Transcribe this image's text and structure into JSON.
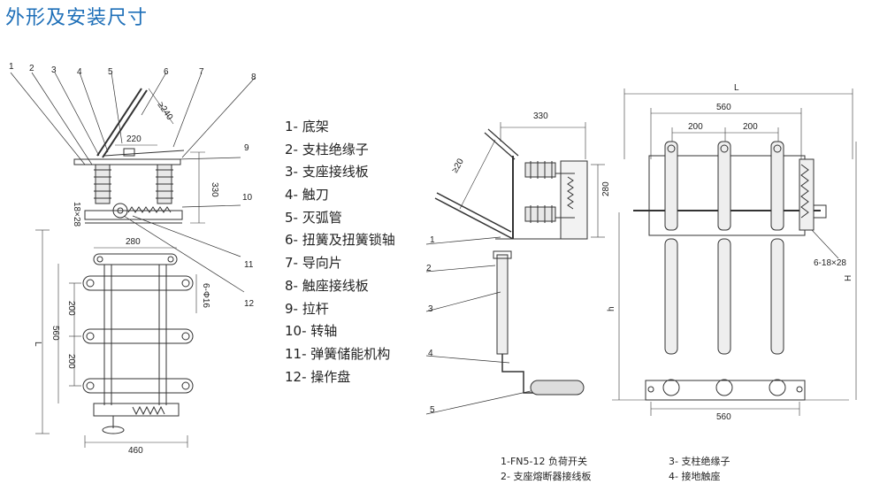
{
  "title": "外形及安装尺寸",
  "legend": [
    "1- 底架",
    "2- 支柱绝缘子",
    "3- 支座接线板",
    "4- 触刀",
    "5- 灭弧管",
    "6- 扭簧及扭簧锁轴",
    "7- 导向片",
    "8- 触座接线板",
    "9- 拉杆",
    "10- 转轴",
    "11- 弹簧储能机构",
    "12- 操作盘"
  ],
  "left_drawing": {
    "callouts": [
      "1",
      "2",
      "3",
      "4",
      "5",
      "6",
      "7",
      "8",
      "9",
      "10",
      "11",
      "12"
    ],
    "dims": {
      "d240": "≥240",
      "d220": "220",
      "d330": "330",
      "d18x28": "18×28",
      "d280": "280",
      "d6x16": "6-Φ16",
      "d200a": "200",
      "d560": "560",
      "d200b": "200",
      "dL": "L",
      "d460": "460"
    }
  },
  "middle_drawing": {
    "callouts": [
      "1",
      "2",
      "3",
      "4",
      "5"
    ],
    "dims": {
      "d330": "330",
      "d280": "280",
      "d20": "≥20"
    }
  },
  "right_drawing": {
    "dims": {
      "dL": "L",
      "d560top": "560",
      "d200a": "200",
      "d200b": "200",
      "d6x18": "6-18×28",
      "dH": "H",
      "dh": "h",
      "d560bot": "560"
    }
  },
  "captions": {
    "c1": "1-FN5-12 负荷开关",
    "c2": "2- 支座熔断器接线板",
    "c3": "3- 支柱绝缘子",
    "c4": "4- 接地触座"
  }
}
